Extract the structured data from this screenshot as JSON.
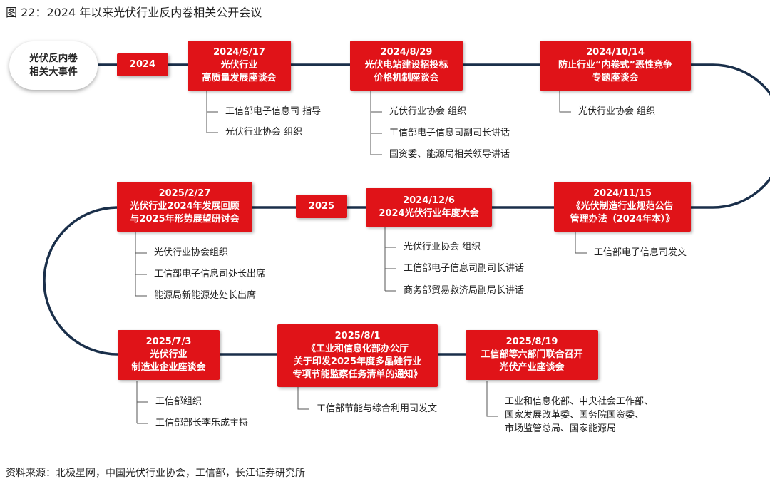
{
  "figure_title": "图 22：2024 年以来光伏行业反内卷相关公开会议",
  "start_label": [
    "光伏反内卷",
    "相关大事件"
  ],
  "year_markers": {
    "y2024": "2024",
    "y2025": "2025"
  },
  "events": [
    {
      "title": [
        "2024/5/17",
        "光伏行业",
        "高质量发展座谈会"
      ],
      "notes": [
        "工信部电子信息司 指导",
        "光伏行业协会 组织"
      ]
    },
    {
      "title": [
        "2024/8/29",
        "光伏电站建设招投标",
        "价格机制座谈会"
      ],
      "notes": [
        "光伏行业协会 组织",
        "工信部电子信息司副司长讲话",
        "国资委、能源局相关领导讲话"
      ]
    },
    {
      "title": [
        "2024/10/14",
        "防止行业“内卷式”恶性竞争",
        "专题座谈会"
      ],
      "notes": [
        "光伏行业协会 组织"
      ]
    },
    {
      "title": [
        "2024/11/15",
        "《光伏制造行业规范公告",
        "管理办法（2024年本）》"
      ],
      "notes": [
        "工信部电子信息司发文"
      ]
    },
    {
      "title": [
        "2024/12/6",
        "2024光伏行业年度大会"
      ],
      "notes": [
        "光伏行业协会 组织",
        "工信部电子信息司副司长讲话",
        "商务部贸易救济局副局长讲话"
      ]
    },
    {
      "title": [
        "2025/2/27",
        "光伏行业2024年发展回顾",
        "与2025年形势展望研讨会"
      ],
      "notes": [
        "光伏行业协会组织",
        "工信部电子信息司处长出席",
        "能源局新能源处处长出席"
      ]
    },
    {
      "title": [
        "2025/7/3",
        "光伏行业",
        "制造业企业座谈会"
      ],
      "notes": [
        "工信部组织",
        "工信部部长李乐成主持"
      ]
    },
    {
      "title": [
        "2025/8/1",
        "《工业和信息化部办公厅",
        "关于印发2025年度多晶硅行业",
        "专项节能监察任务清单的通知》"
      ],
      "notes": [
        "工信部节能与综合利用司发文"
      ]
    },
    {
      "title": [
        "2025/8/19",
        "工信部等六部门联合召开",
        "光伏产业座谈会"
      ],
      "notes": [
        "工业和信息化部、中央社会工作部、",
        "国家发展改革委、国务院国资委、",
        "市场监管总局、国家能源局"
      ]
    }
  ],
  "source_text": "资料来源：北极星网，中国光伏行业协会，工信部，长江证券研究所",
  "colors": {
    "accent": "#e01318",
    "line": "#1a2f4a"
  }
}
